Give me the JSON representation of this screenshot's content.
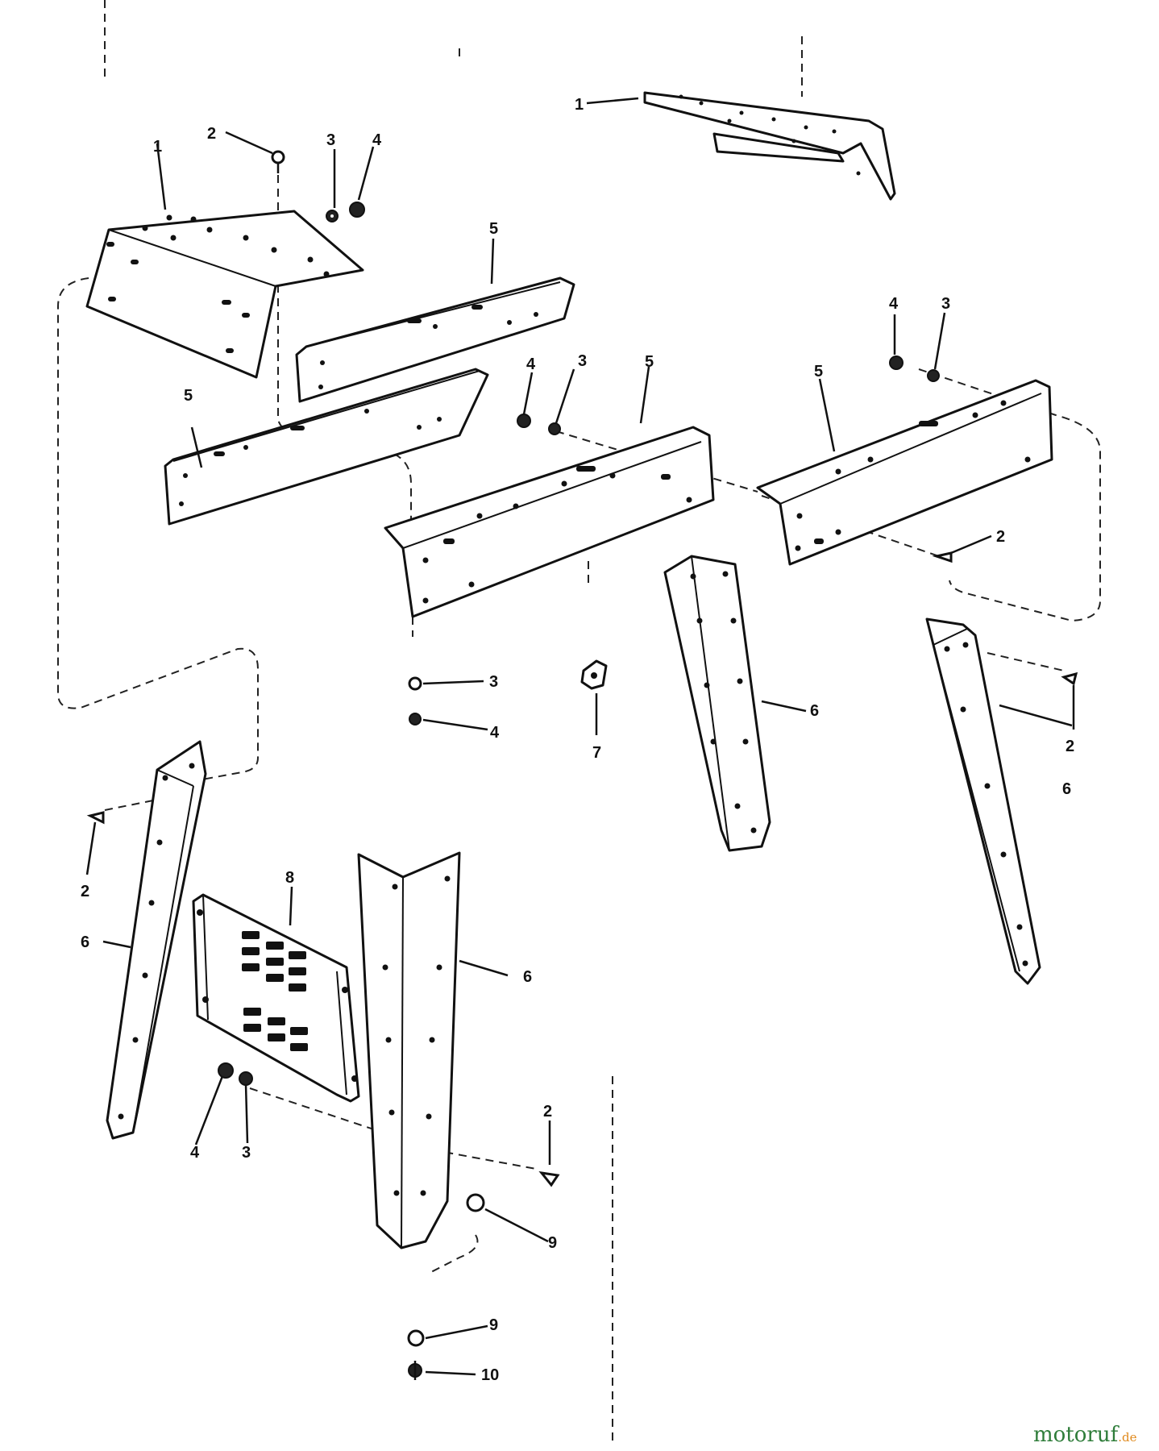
{
  "labels": {
    "top_plate": "1",
    "bolt": "2",
    "washer": "3",
    "nut": "4",
    "rail": "5",
    "leg": "6",
    "clip": "7",
    "shelf": "8",
    "foot_nut": "9",
    "foot_bolt": "10"
  },
  "watermark": {
    "main": "motoruf",
    "suffix": ".de",
    "main_color": "#2f7d3a",
    "accent_color": "#e08a1e"
  },
  "icons": {
    "bolt": "bolt-icon",
    "washer": "washer-icon",
    "nut": "nut-icon"
  }
}
